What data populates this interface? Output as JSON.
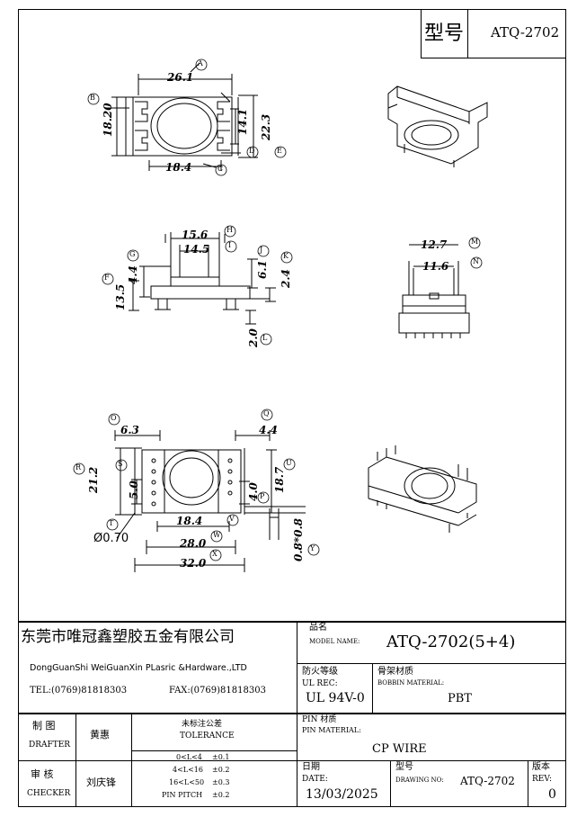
{
  "header": {
    "type_label": "型号",
    "model": "ATQ-2702"
  },
  "dims": {
    "top": {
      "a_val": "26.1",
      "a": "A",
      "b": "B",
      "b_val": "18.20",
      "c_val": "18.4",
      "c": "C",
      "d_val": "14.1",
      "d": "D",
      "e_val": "22.3",
      "e": "E"
    },
    "mid": {
      "h_val": "15.6",
      "h": "H",
      "i_val": "14.5",
      "i": "I",
      "g": "G",
      "f": "F",
      "f_val": "4.4",
      "j": "J",
      "j_val": "6.1",
      "k": "K",
      "k_val": "2.4",
      "s_val": "13.5",
      "l_val": "2.0",
      "l": "L"
    },
    "side": {
      "m_val": "12.7",
      "m": "M",
      "n_val": "11.6",
      "n": "N"
    },
    "bot": {
      "o": "O",
      "o_val": "6.3",
      "q": "Q",
      "q_val": "4.4",
      "r": "R",
      "r_val": "21.2",
      "s": "S",
      "s_val": "5.0",
      "u": "U",
      "u_val": "18.7",
      "p": "P",
      "p_val": "4.0",
      "t": "T",
      "v_val": "18.4",
      "v": "V",
      "dia": "Ø0.70",
      "w_val": "28.0",
      "w": "W",
      "x_val": "32.0",
      "x": "X",
      "y_val": "0.8*0.8",
      "y": "Y"
    }
  },
  "title_block": {
    "company_cn": "东莞市唯冠鑫塑胶五金有限公司",
    "company_en": "DongGuanShi WeiGuanXin PLasric &Hardware.,LTD",
    "tel": "TEL:(0769)81818303",
    "fax": "FAX:(0769)81818303",
    "product_name_cn": "品名",
    "model_name_label": "MODEL NAME:",
    "model_name": "ATQ-2702(5+4)",
    "fire_cn": "防火等级",
    "ul_label": "UL REC:",
    "ul_value": "UL 94V-0",
    "bobbin_cn": "骨架材质",
    "bobbin_label": "BOBBIN MATERIAL:",
    "bobbin_value": "PBT",
    "pin_cn": "PIN 材质",
    "pin_label": "PIN MATERIAL:",
    "pin_value": "CP WIRE",
    "drafter_cn": "制 图",
    "drafter_en": "DRAFTER",
    "drafter_name": "黄惠",
    "tol_cn": "未标注公差",
    "tol_en": "TOLERANCE",
    "tol_rows": [
      {
        "range": "0<L<4",
        "val": "±0.1"
      },
      {
        "range": "4<L<16",
        "val": "±0.2"
      },
      {
        "range": "16<L<50",
        "val": "±0.3"
      },
      {
        "range": "PIN PITCH",
        "val": "±0.2"
      }
    ],
    "checker_cn": "审 核",
    "checker_en": "CHECKER",
    "checker_name": "刘庆锋",
    "date_cn": "日期",
    "date_label": "DATE:",
    "date_value": "13/03/2025",
    "drawing_cn": "型号",
    "drawing_label": "DRAWING NO:",
    "drawing_value": "ATQ-2702",
    "rev_cn": "版本",
    "rev_label": "REV:",
    "rev_value": "0"
  }
}
